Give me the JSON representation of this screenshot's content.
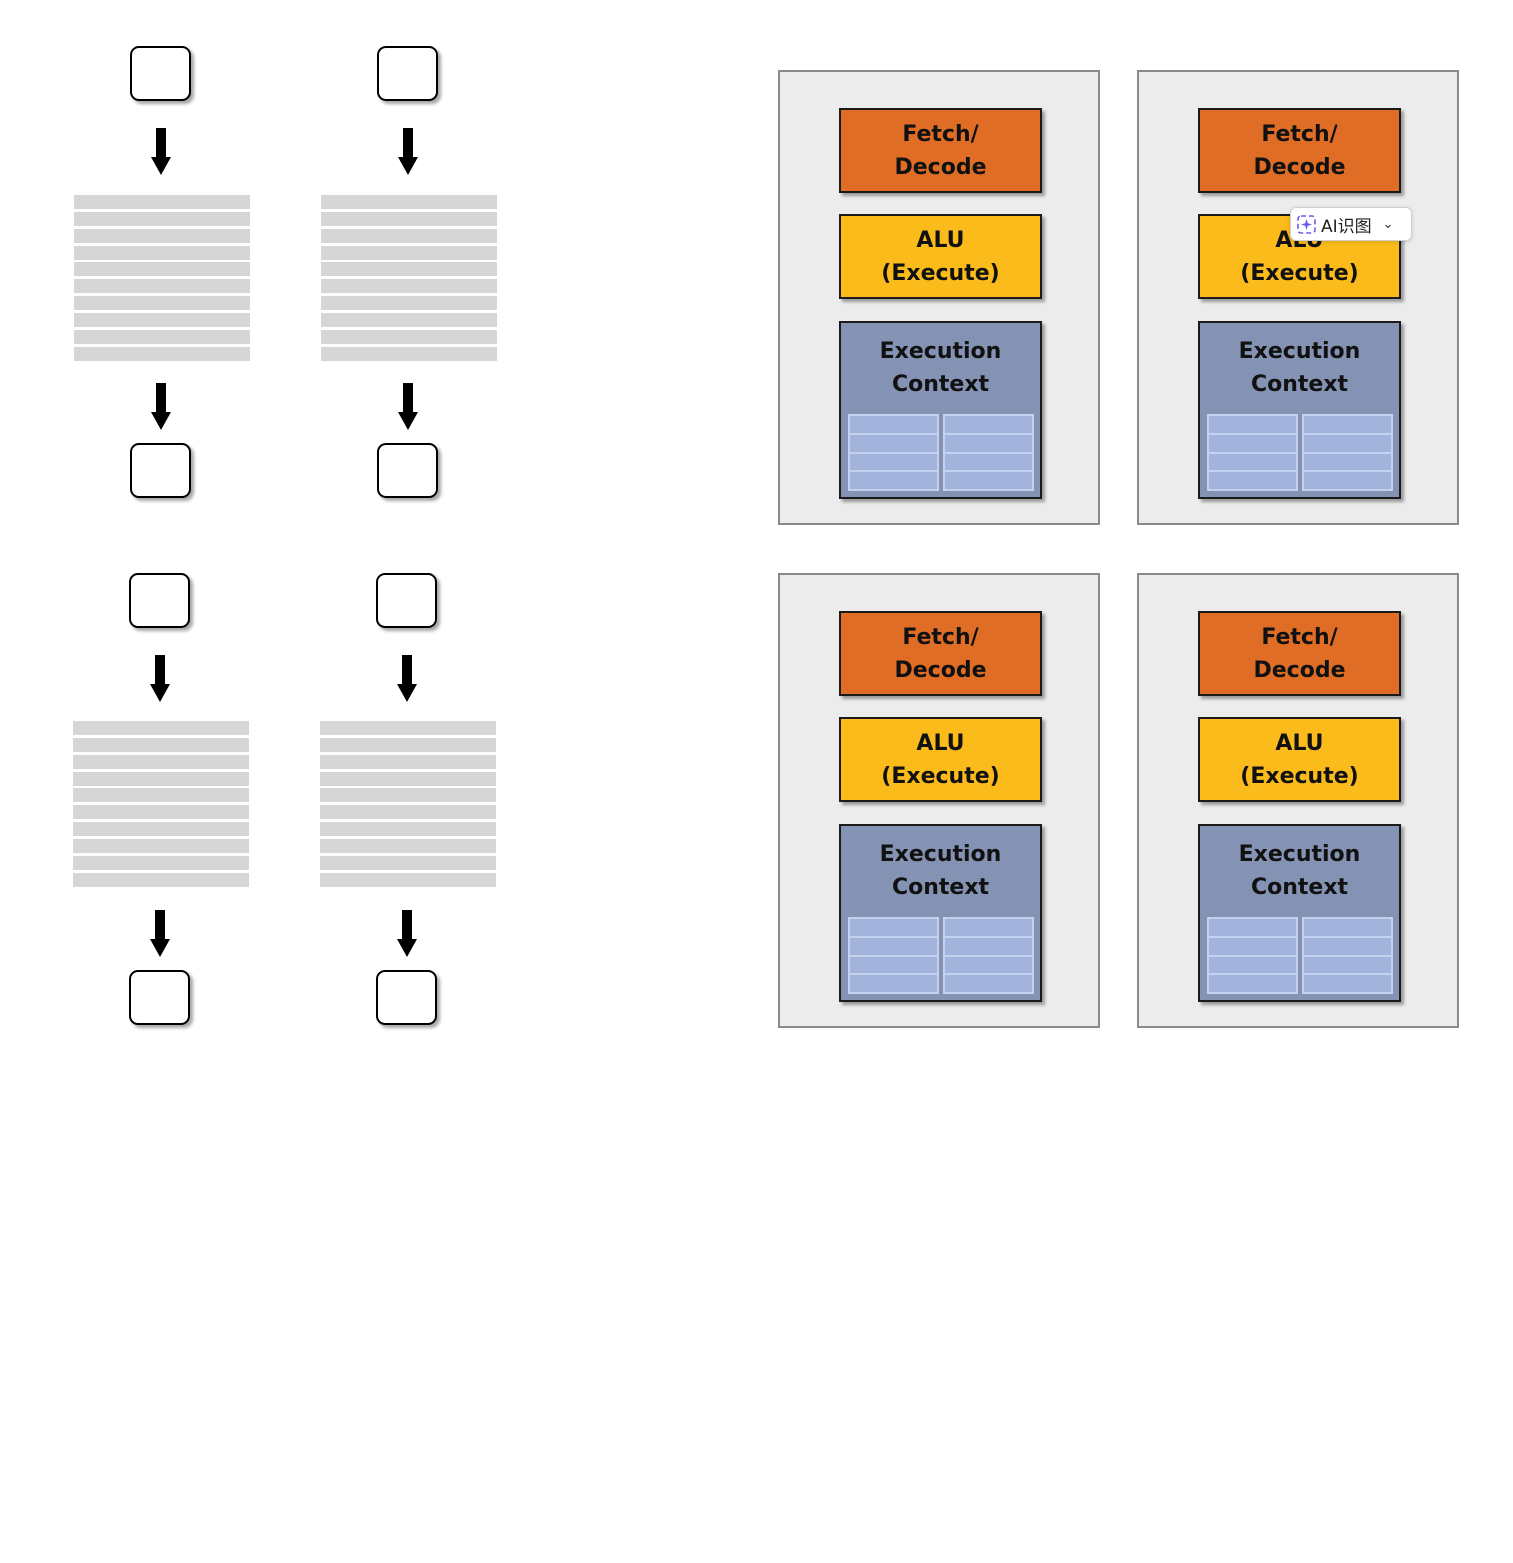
{
  "streams": [
    {
      "id": "s1",
      "code_lines": 10
    },
    {
      "id": "s2",
      "code_lines": 10
    },
    {
      "id": "s3",
      "code_lines": 10
    },
    {
      "id": "s4",
      "code_lines": 10
    }
  ],
  "cores": [
    {
      "fetch_label": "Fetch/\nDecode",
      "alu_label": "ALU\n(Execute)",
      "context_label": "Execution\nContext"
    },
    {
      "fetch_label": "Fetch/\nDecode",
      "alu_label": "ALU\n(Execute)",
      "context_label": "Execution\nContext"
    },
    {
      "fetch_label": "Fetch/\nDecode",
      "alu_label": "ALU\n(Execute)",
      "context_label": "Execution\nContext"
    },
    {
      "fetch_label": "Fetch/\nDecode",
      "alu_label": "ALU\n(Execute)",
      "context_label": "Execution\nContext"
    }
  ],
  "ai_button": {
    "label": "AI识图",
    "icon": "sparkle-icon",
    "chevron": "chevron-down-icon"
  },
  "colors": {
    "fetch": "#e06d25",
    "alu": "#fbbb1b",
    "context": "#8493b3",
    "register": "#a2b4dc",
    "core_bg": "#ececec",
    "code_line": "#d6d6d6"
  }
}
